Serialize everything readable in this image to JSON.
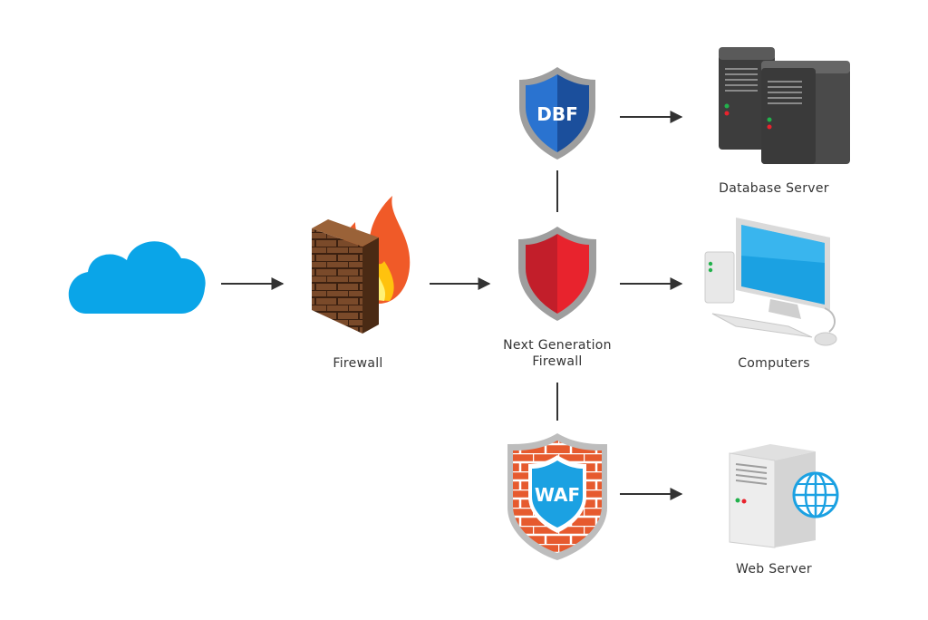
{
  "nodes": {
    "firewall": {
      "label": "Firewall"
    },
    "ngfw": {
      "label_line1": "Next Generation",
      "label_line2": "Firewall"
    },
    "dbf": {
      "badge": "DBF"
    },
    "waf": {
      "badge": "WAF"
    },
    "database_server": {
      "label": "Database Server"
    },
    "computers": {
      "label": "Computers"
    },
    "web_server": {
      "label": "Web Server"
    }
  },
  "icons": [
    "cloud-icon",
    "brick-firewall-icon",
    "dbf-shield-icon",
    "ngfw-shield-icon",
    "waf-shield-icon",
    "database-server-icon",
    "computer-icon",
    "web-server-icon",
    "globe-icon"
  ],
  "colors": {
    "cloud": "#0AA5E8",
    "firewall_brick": "#6B3E22",
    "flame": "#F05A28",
    "dbf_shield": "#1E63B8",
    "ngfw_shield": "#D3222C",
    "waf_brick": "#E65A2E",
    "waf_shield": "#1BA1E2",
    "server_dark": "#4A4A4A",
    "monitor_screen": "#1BA1E2",
    "arrow": "#333333"
  }
}
